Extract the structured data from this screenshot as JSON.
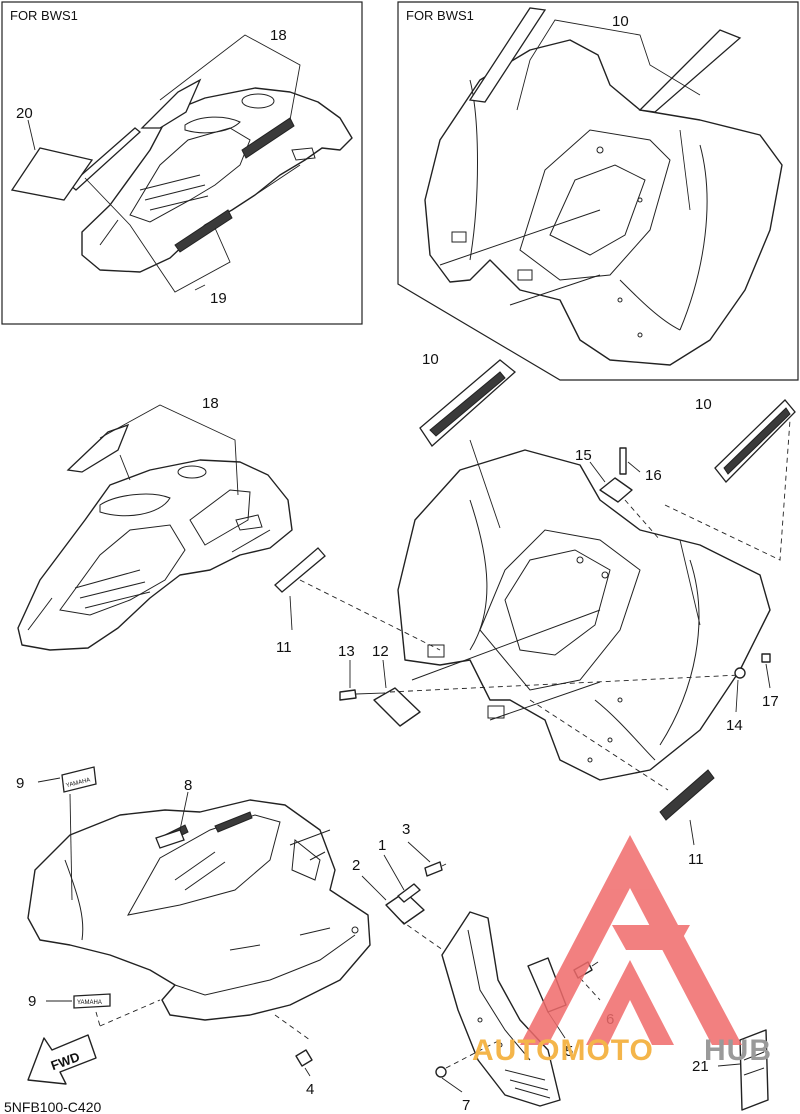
{
  "diagram": {
    "panel_header_left": "FOR BWS1",
    "panel_header_right": "FOR BWS1",
    "diagram_code": "5NFB100-C420",
    "fwd_label": "FWD",
    "decal_brand_text": "YAMAHA",
    "callouts": {
      "p18_inset": "18",
      "p20_inset": "20",
      "p19_inset": "19",
      "p10_inset": "10",
      "p10_left": "10",
      "p10_right": "10",
      "p18_main": "18",
      "p15": "15",
      "p16": "16",
      "p11_left": "11",
      "p13": "13",
      "p12": "12",
      "p14": "14",
      "p17": "17",
      "p11_bottom": "11",
      "p9_top": "9",
      "p8": "8",
      "p3": "3",
      "p1": "1",
      "p2": "2",
      "p9_bottom": "9",
      "p4": "4",
      "p6": "6",
      "p5": "5",
      "p7": "7",
      "p21": "21"
    },
    "watermark": {
      "text_a": "AUTOMOTO",
      "text_b": "HUB",
      "color_logo": "#f06b6b",
      "color_text_a": "#f4b54a",
      "color_text_b": "#9a9a9a"
    }
  }
}
